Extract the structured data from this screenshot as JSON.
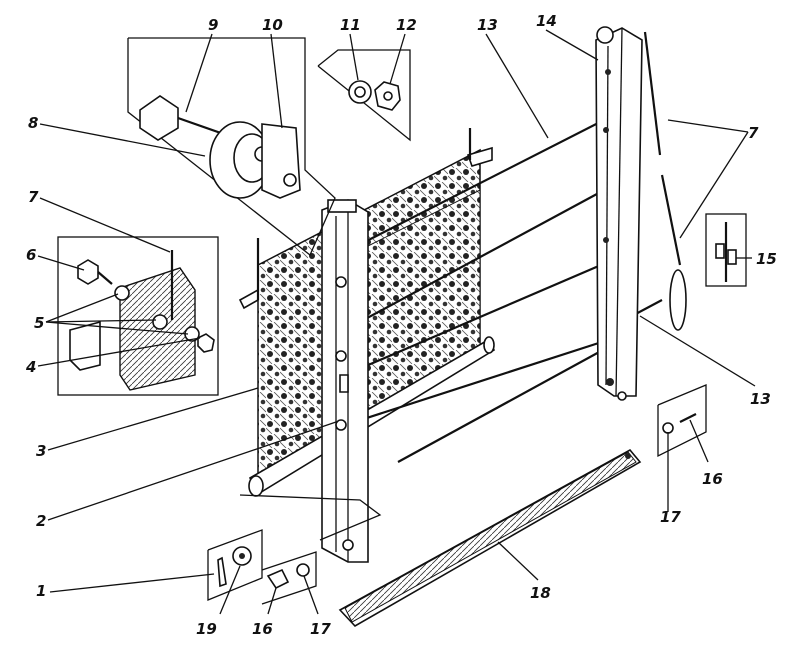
{
  "labels": {
    "l1": "1",
    "l2": "2",
    "l3": "3",
    "l4": "4",
    "l5": "5",
    "l6": "6",
    "l7a": "7",
    "l7b": "7",
    "l8": "8",
    "l9": "9",
    "l10": "10",
    "l11": "11",
    "l12": "12",
    "l13a": "13",
    "l13b": "13",
    "l14": "14",
    "l15": "15",
    "l16a": "16",
    "l16b": "16",
    "l17a": "17",
    "l17b": "17",
    "l18": "18",
    "l19": "19"
  }
}
